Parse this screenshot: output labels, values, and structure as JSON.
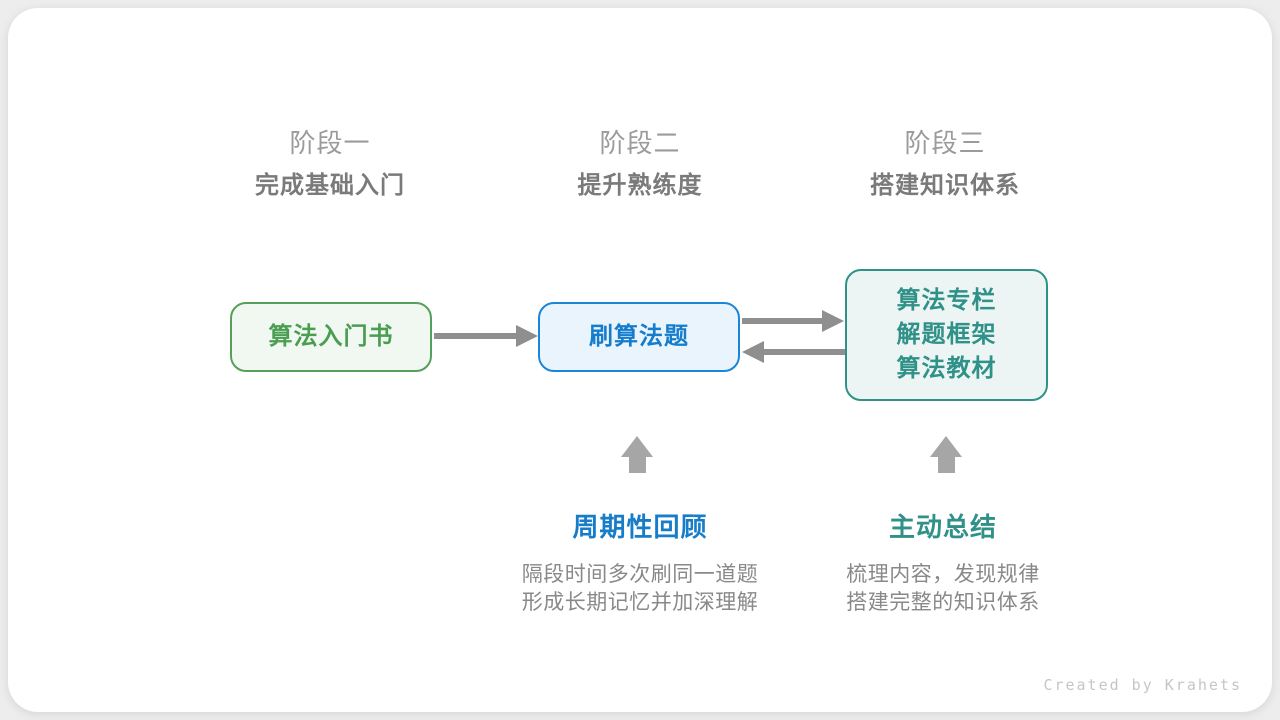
{
  "stages": [
    {
      "label": "阶段一",
      "subtitle": "完成基础入门"
    },
    {
      "label": "阶段二",
      "subtitle": "提升熟练度"
    },
    {
      "label": "阶段三",
      "subtitle": "搭建知识体系"
    }
  ],
  "nodes": {
    "stage1_box": {
      "lines": [
        "算法入门书"
      ]
    },
    "stage2_box": {
      "lines": [
        "刷算法题"
      ]
    },
    "stage3_box": {
      "lines": [
        "算法专栏",
        "解题框架",
        "算法教材"
      ]
    }
  },
  "annotations": [
    {
      "title": "周期性回顾",
      "desc_lines": [
        "隔段时间多次刷同一道题",
        "形成长期记忆并加深理解"
      ]
    },
    {
      "title": "主动总结",
      "desc_lines": [
        "梳理内容，发现规律",
        "搭建完整的知识体系"
      ]
    }
  ],
  "credit": "Created by Krahets",
  "colors": {
    "green_accent": "#55a05a",
    "blue_accent": "#1b85d8",
    "teal_accent": "#2f9187",
    "arrow_gray": "#8f8f8f",
    "up_arrow_gray": "#a6a6a6",
    "stage_label_gray": "#9b9b9b",
    "stage_subtitle_gray": "#7a7a7a",
    "desc_gray": "#898989"
  }
}
